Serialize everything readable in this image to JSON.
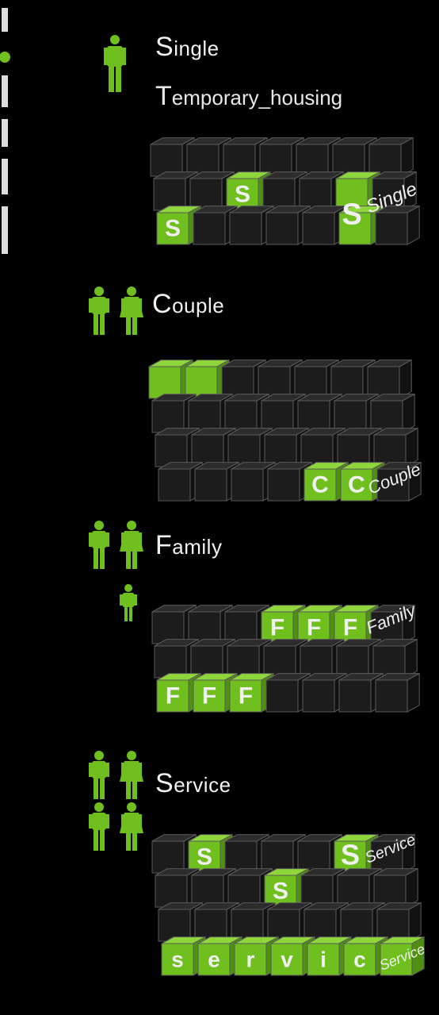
{
  "sections": [
    {
      "id": "single",
      "title": "Single",
      "subtitle": "Temporary_housing",
      "grid_letter": "S",
      "grid_word": "Single"
    },
    {
      "id": "couple",
      "title": "Couple",
      "grid_letter": "C",
      "grid_word": "Couple"
    },
    {
      "id": "family",
      "title": "Family",
      "grid_letter": "F",
      "grid_word": "Family"
    },
    {
      "id": "service",
      "title": "Service",
      "grid_letter": "S",
      "grid_word": "Service",
      "grid_letters_row": [
        "s",
        "e",
        "r",
        "v",
        "i",
        "c"
      ]
    }
  ],
  "colors": {
    "background": "#000000",
    "accent_green": "#6fbf1e",
    "cube_dark": "#1c1c1c",
    "cube_edge": "#5a5a5a",
    "text": "#f2f2f2"
  }
}
